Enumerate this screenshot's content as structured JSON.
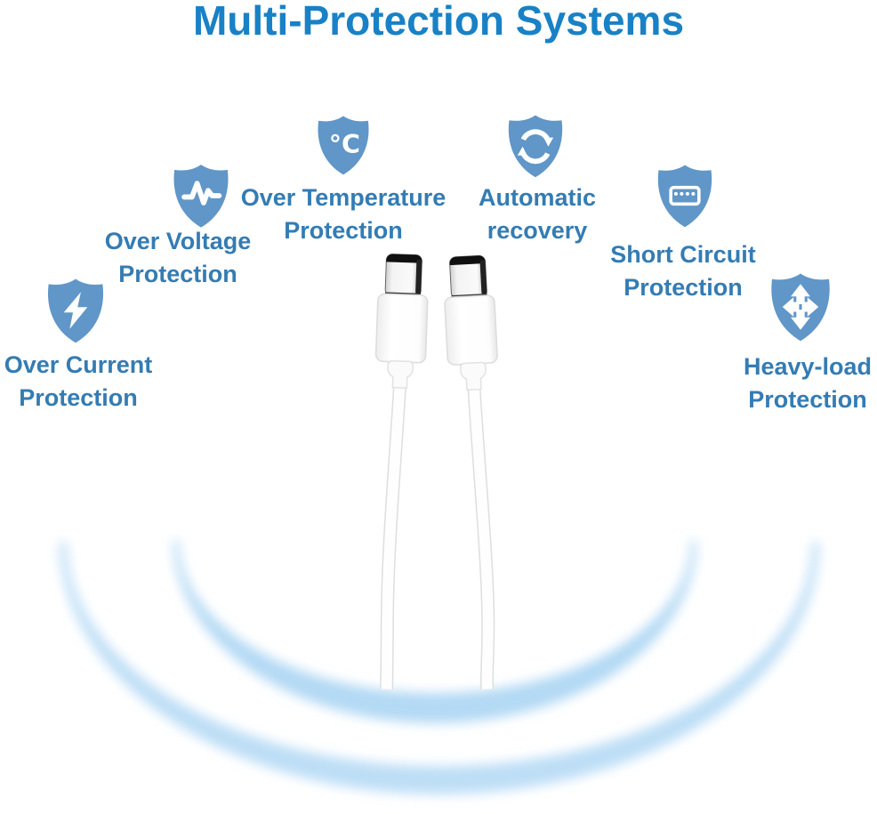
{
  "title": "Multi-Protection Systems",
  "colors": {
    "title": "#1981c5",
    "label": "#347cb3",
    "shield": "#6096c8",
    "wave": "#b3d9f4",
    "wave_outer": "#bddef6"
  },
  "features": [
    {
      "name": "over-voltage",
      "icon": "pulse-wave-shield-icon",
      "lines": [
        "Over Voltage",
        "Protection"
      ]
    },
    {
      "name": "over-temperature",
      "icon": "temperature-shield-icon",
      "glyph": "°C",
      "lines": [
        "Over Temperature",
        "Protection"
      ]
    },
    {
      "name": "automatic-recovery",
      "icon": "recovery-arrows-shield-icon",
      "lines": [
        "Automatic",
        "recovery"
      ]
    },
    {
      "name": "short-circuit",
      "icon": "circuit-component-shield-icon",
      "lines": [
        "Short Circuit",
        "Protection"
      ]
    },
    {
      "name": "over-current",
      "icon": "lightning-shield-icon",
      "lines": [
        "Over Current",
        "Protection"
      ]
    },
    {
      "name": "heavy-load",
      "icon": "four-arrows-shield-icon",
      "lines": [
        "Heavy-load",
        "Protection"
      ]
    }
  ]
}
